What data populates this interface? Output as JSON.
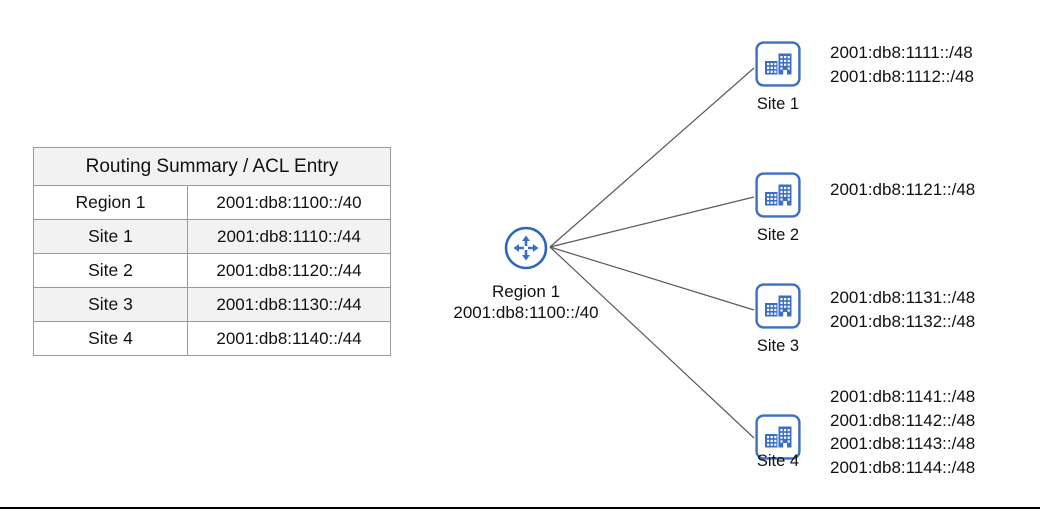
{
  "table": {
    "title": "Routing Summary / ACL Entry",
    "rows": [
      {
        "label": "Region 1",
        "prefix": "2001:db8:1100::/40"
      },
      {
        "label": "Site 1",
        "prefix": "2001:db8:1110::/44"
      },
      {
        "label": "Site 2",
        "prefix": "2001:db8:1120::/44"
      },
      {
        "label": "Site 3",
        "prefix": "2001:db8:1130::/44"
      },
      {
        "label": "Site 4",
        "prefix": "2001:db8:1140::/44"
      }
    ]
  },
  "topology": {
    "router": {
      "name": "Region 1",
      "prefix": "2001:db8:1100::/40",
      "icon": "router-icon"
    },
    "sites": [
      {
        "label": "Site 1",
        "icon": "office-building-icon",
        "prefixes": [
          "2001:db8:1111::/48",
          "2001:db8:1112::/48"
        ]
      },
      {
        "label": "Site 2",
        "icon": "office-building-icon",
        "prefixes": [
          "2001:db8:1121::/48"
        ]
      },
      {
        "label": "Site 3",
        "icon": "office-building-icon",
        "prefixes": [
          "2001:db8:1131::/48",
          "2001:db8:1132::/48"
        ]
      },
      {
        "label": "Site 4",
        "icon": "office-building-icon",
        "prefixes": [
          "2001:db8:1141::/48",
          "2001:db8:1142::/48",
          "2001:db8:1143::/48",
          "2001:db8:1144::/48"
        ]
      }
    ]
  },
  "colors": {
    "icon_blue": "#3a6fc4",
    "icon_blue_light": "#8fb0e0",
    "link_line": "#595959",
    "table_border": "#9a9a9a",
    "table_band": "#f2f2f2",
    "rule": "#000000"
  }
}
